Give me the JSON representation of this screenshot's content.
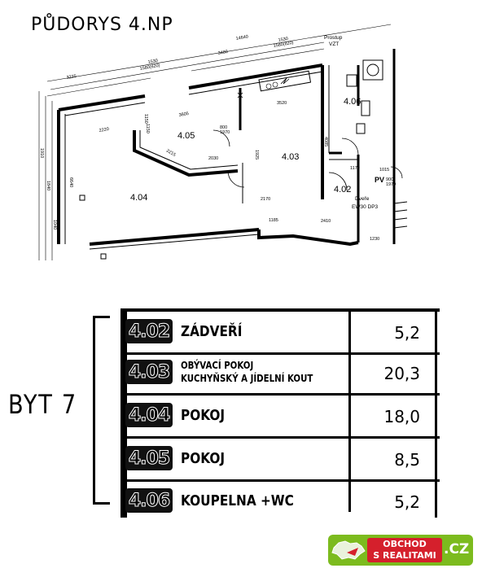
{
  "plan": {
    "title": "PŮDORYS 4.NP",
    "rooms": [
      {
        "id": "4.04"
      },
      {
        "id": "4.05"
      },
      {
        "id": "4.03"
      },
      {
        "id": "4.06"
      },
      {
        "id": "4.02"
      }
    ],
    "dimensions": [
      "3225",
      "1530",
      "1580(820)",
      "14640",
      "3480",
      "1530",
      "1580(820)",
      "3605",
      "3520",
      "4085",
      "2220",
      "1150",
      "2030",
      "2215",
      "1925",
      "6640",
      "2170",
      "1185",
      "2410",
      "1170",
      "1015",
      "1230",
      "1840",
      "1040",
      "1910",
      "800",
      "1970",
      "900",
      "1970",
      "1150"
    ],
    "notes": {
      "prostup": "Prostup",
      "vzt": "VZT",
      "pv": "PV",
      "dvere": "Dveře",
      "dvere_spec": "EW30 DP3"
    }
  },
  "byt": {
    "label": "BYT 7",
    "rooms": [
      {
        "code": "4.02",
        "name": "ZÁDVEŘÍ",
        "area": "5,2"
      },
      {
        "code": "4.03",
        "name_line1": "OBÝVACÍ POKOJ",
        "name_line2": "KUCHYŇSKÝ A JÍDELNÍ KOUT",
        "area": "20,3"
      },
      {
        "code": "4.04",
        "name": "POKOJ",
        "area": "18,0"
      },
      {
        "code": "4.05",
        "name": "POKOJ",
        "area": "8,5"
      },
      {
        "code": "4.06",
        "name": "KOUPELNA +WC",
        "area": "5,2"
      }
    ]
  },
  "logo": {
    "line1": "OBCHOD",
    "line2": "S REALITAMI",
    "suffix": ".CZ",
    "colors": {
      "green": "#7cbb1e",
      "red": "#d5202c"
    }
  }
}
